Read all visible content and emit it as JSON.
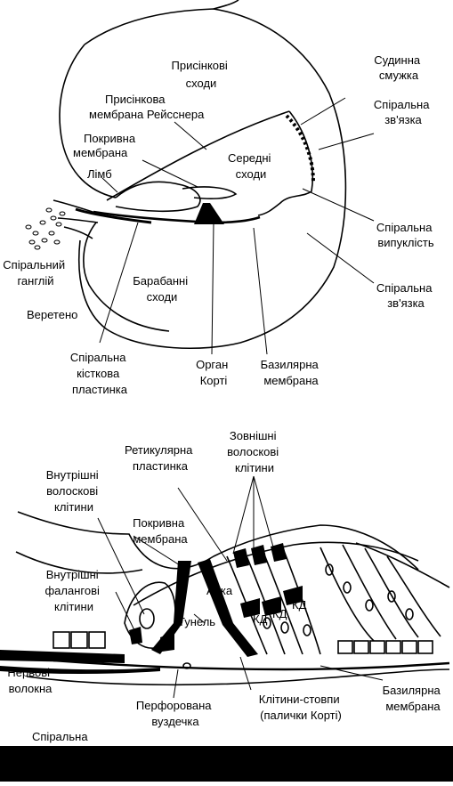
{
  "top_diagram": {
    "labels": {
      "prysinkovi_skhody": [
        "Присінкові",
        "сходи"
      ],
      "prysinkova_membrana": [
        "Присінкова",
        "мембрана Рейсснера"
      ],
      "pokryvna_membrana": [
        "Покривна",
        "мембрана"
      ],
      "limb": [
        "Лімб"
      ],
      "seredni_skhody": [
        "Середні",
        "сходи"
      ],
      "sudynna_smuzhka": [
        "Судинна",
        "смужка"
      ],
      "spiralna_zviazka_top": [
        "Спіральна",
        "зв'язка"
      ],
      "spiralna_vypuklist": [
        "Спіральна",
        "випуклість"
      ],
      "spiralna_zviazka_bottom": [
        "Спіральна",
        "зв'язка"
      ],
      "spiralnyi_hanhlii": [
        "Спіральний",
        "ганглій"
      ],
      "vereteno": [
        "Веретено"
      ],
      "barabanni_skhody": [
        "Барабанні",
        "сходи"
      ],
      "spiralna_kistkova_plastynka": [
        "Спіральна",
        "кісткова",
        "пластинка"
      ],
      "orhan_korti": [
        "Орган",
        "Корті"
      ],
      "bazyliarna_membrana": [
        "Базилярна",
        "мембрана"
      ]
    }
  },
  "bottom_diagram": {
    "labels": {
      "zovnishni_voloskovi_klityny": [
        "Зовнішні",
        "волоскові",
        "клітини"
      ],
      "retykuliarna_plastynka": [
        "Ретикулярна",
        "пластинка"
      ],
      "vnutrishni_voloskovi_klityny": [
        "Внутрішні",
        "волоскові",
        "клітини"
      ],
      "pokryvna_membrana": [
        "Покривна",
        "мембрана"
      ],
      "vnutrishni_falanhovi_klityny": [
        "Внутрішні",
        "фалангові",
        "клітини"
      ],
      "arka": [
        "Арка"
      ],
      "tunel": [
        "Тунель"
      ],
      "kd": [
        "КД",
        "КД",
        "КД"
      ],
      "nervovi_volokna": [
        "Нервові",
        "волокна"
      ],
      "perforovana_vuzdechka": [
        "Перфорована",
        "вуздечка"
      ],
      "klityny_stovpy": [
        "Клітини-стовпи",
        "(палички Корті)"
      ],
      "bazyliarna_membrana": [
        "Базилярна",
        "мембрана"
      ],
      "spiralna": [
        "Спіральна"
      ]
    }
  }
}
